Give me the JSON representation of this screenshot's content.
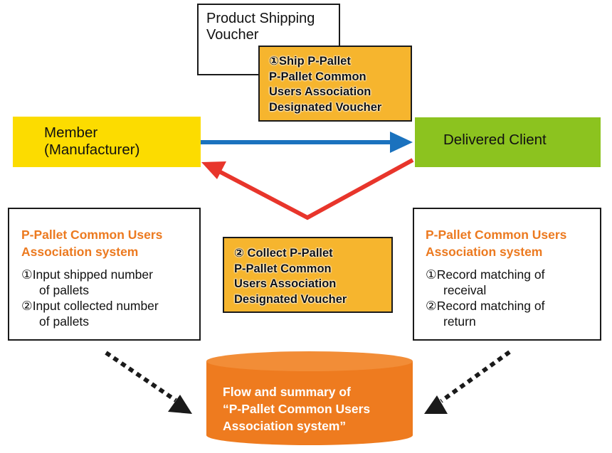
{
  "shipping_voucher": {
    "line1": "Product Shipping",
    "line2": "Voucher"
  },
  "ship_note": {
    "line1": "①Ship P-Pallet",
    "line2": "P-Pallet Common",
    "line3": "Users Association",
    "line4": "Designated Voucher"
  },
  "member": {
    "line1": "Member",
    "line2": "(Manufacturer)"
  },
  "client": {
    "label": "Delivered Client"
  },
  "collect_note": {
    "line1": "② Collect P-Pallet",
    "line2": "P-Pallet Common",
    "line3": "Users Association",
    "line4": "Designated Voucher"
  },
  "left_system": {
    "title1": "P-Pallet Common Users",
    "title2": "Association system",
    "item1a": "①Input shipped number",
    "item1b": "of pallets",
    "item2a": "②Input collected number",
    "item2b": "of pallets"
  },
  "right_system": {
    "title1": "P-Pallet Common Users",
    "title2": "Association system",
    "item1a": "①Record matching of",
    "item1b": "receival",
    "item2a": "②Record matching of",
    "item2b": "return"
  },
  "database": {
    "line1": "Flow and summary of",
    "line2": "“P-Pallet Common Users",
    "line3": "Association system”"
  },
  "colors": {
    "member_yellow": "#fcdc00",
    "client_green": "#8cc31f",
    "note_orange": "#f6b52e",
    "title_orange": "#ec7a20",
    "database_orange": "#ee7b1f",
    "ship_arrow_blue": "#1b72be",
    "return_arrow_red": "#e8352b"
  }
}
